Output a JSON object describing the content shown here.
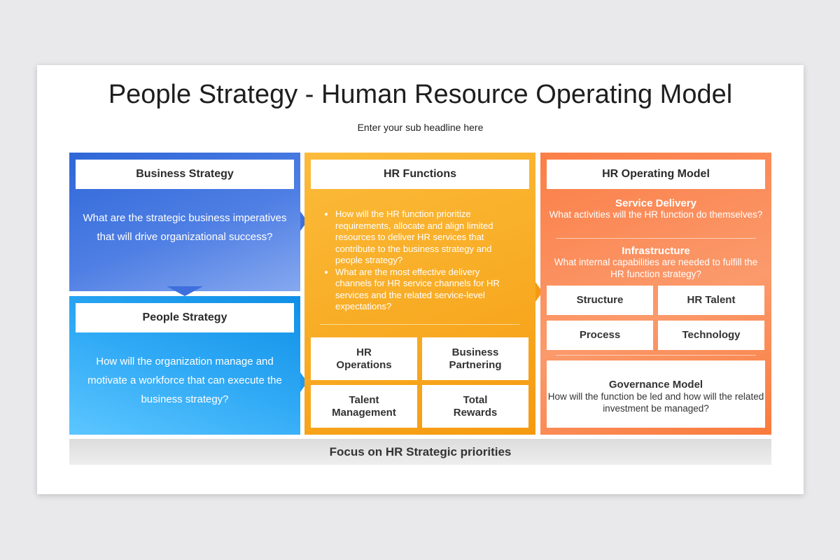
{
  "slide": {
    "title": "People Strategy - Human Resource Operating Model",
    "subtitle": "Enter your sub headline here"
  },
  "business_strategy": {
    "heading": "Business Strategy",
    "question": "What are the strategic business imperatives that will drive organizational success?"
  },
  "people_strategy": {
    "heading": "People Strategy",
    "question": "How will the organization manage and motivate a workforce that can execute the business strategy?"
  },
  "hr_functions": {
    "heading": "HR Functions",
    "bullets": [
      "How will the HR function prioritize requirements, allocate and align limited resources to deliver HR services that contribute to the business strategy and people strategy?",
      "What are the most effective delivery channels for HR service channels for HR services and the related service-level expectations?"
    ],
    "tiles": [
      "HR\nOperations",
      "Business\nPartnering",
      "Talent\nManagement",
      "Total\nRewards"
    ]
  },
  "hr_operating_model": {
    "heading": "HR Operating Model",
    "service_delivery": {
      "title": "Service Delivery",
      "desc": "What activities will the HR function do themselves?"
    },
    "infrastructure": {
      "title": "Infrastructure",
      "desc": "What internal capabilities are needed to fulfill the HR function strategy?"
    },
    "tiles": [
      "Structure",
      "HR Talent",
      "Process",
      "Technology"
    ],
    "governance": {
      "title": "Governance Model",
      "desc": "How will the function be led and how will the related investment be managed?"
    }
  },
  "footer": {
    "label": "Focus on HR Strategic priorities"
  },
  "colors": {
    "blue_dark": "#2f67d8",
    "blue_light": "#2fa9f5",
    "orange_yellow": "#f8aa22",
    "orange_red": "#fb7e47"
  }
}
